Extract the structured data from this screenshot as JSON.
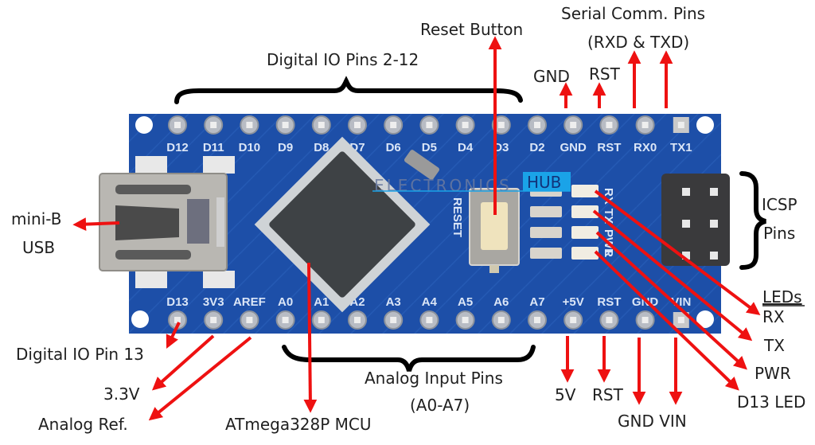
{
  "title": "Arduino Nano Pinout",
  "colors": {
    "board": "#1d4fa8",
    "board_dark": "#143c86",
    "arrow": "#ee1111",
    "text": "#1f1f1f",
    "silkscreen": "#dbe6f7",
    "watermark_blue": "#1aa3e8"
  },
  "top_pins": [
    "D12",
    "D11",
    "D10",
    "D9",
    "D8",
    "D7",
    "D6",
    "D5",
    "D4",
    "D3",
    "D2",
    "GND",
    "RST",
    "RX0",
    "TX1"
  ],
  "bottom_pins": [
    "D13",
    "3V3",
    "AREF",
    "A0",
    "A1",
    "A2",
    "A3",
    "A4",
    "A5",
    "A6",
    "A7",
    "+5V",
    "RST",
    "GND",
    "VIN"
  ],
  "board_text": {
    "reset": "RESET",
    "watermark_left": "ELECTRONICS",
    "watermark_right": "HUB",
    "led_marks": [
      "RX",
      "TX",
      "PWR",
      "L"
    ]
  },
  "annotations": {
    "digital_io": "Digital IO Pins 2-12",
    "reset_button": "Reset Button",
    "serial_line1": "Serial Comm. Pins",
    "serial_line2": "(RXD & TXD)",
    "top_gnd": "GND",
    "top_rst": "RST",
    "usb_line1": "mini-B",
    "usb_line2": "USB",
    "icsp_line1": "ICSP",
    "icsp_line2": "Pins",
    "leds_heading": "LEDs",
    "led_rx": "RX",
    "led_tx": "TX",
    "led_pwr": "PWR",
    "led_d13": "D13 LED",
    "d13": "Digital IO Pin 13",
    "v33": "3.3V",
    "aref": "Analog Ref.",
    "mcu": "ATmega328P MCU",
    "analog_line1": "Analog Input Pins",
    "analog_line2": "(A0-A7)",
    "bot_5v": "5V",
    "bot_rst": "RST",
    "bot_gnd_vin": "GND VIN"
  }
}
